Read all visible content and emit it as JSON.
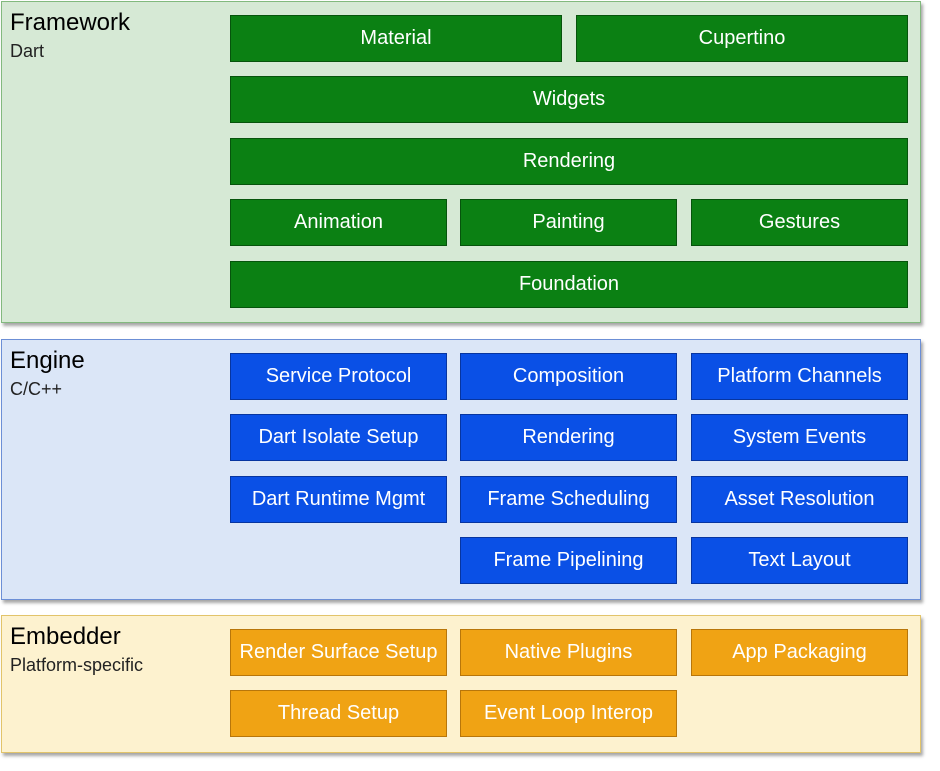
{
  "colors": {
    "framework_bg": "#d6e9d5",
    "framework_border": "#82b97e",
    "engine_bg": "#dbe6f7",
    "engine_border": "#6c8fd6",
    "embedder_bg": "#fdf2cf",
    "embedder_border": "#e2c46a",
    "framework_box": "#0b8013",
    "engine_box": "#0a50e6",
    "embedder_box": "#f0a314"
  },
  "framework": {
    "title": "Framework",
    "subtitle": "Dart",
    "material": "Material",
    "cupertino": "Cupertino",
    "widgets": "Widgets",
    "rendering": "Rendering",
    "animation": "Animation",
    "painting": "Painting",
    "gestures": "Gestures",
    "foundation": "Foundation"
  },
  "engine": {
    "title": "Engine",
    "subtitle": "C/C++",
    "service_protocol": "Service Protocol",
    "composition": "Composition",
    "platform_channels": "Platform Channels",
    "dart_isolate_setup": "Dart Isolate Setup",
    "rendering": "Rendering",
    "system_events": "System Events",
    "dart_runtime_mgmt": "Dart Runtime Mgmt",
    "frame_scheduling": "Frame Scheduling",
    "asset_resolution": "Asset Resolution",
    "frame_pipelining": "Frame Pipelining",
    "text_layout": "Text Layout"
  },
  "embedder": {
    "title": "Embedder",
    "subtitle": "Platform-specific",
    "render_surface_setup": "Render Surface Setup",
    "native_plugins": "Native Plugins",
    "app_packaging": "App Packaging",
    "thread_setup": "Thread Setup",
    "event_loop_interop": "Event Loop Interop"
  }
}
